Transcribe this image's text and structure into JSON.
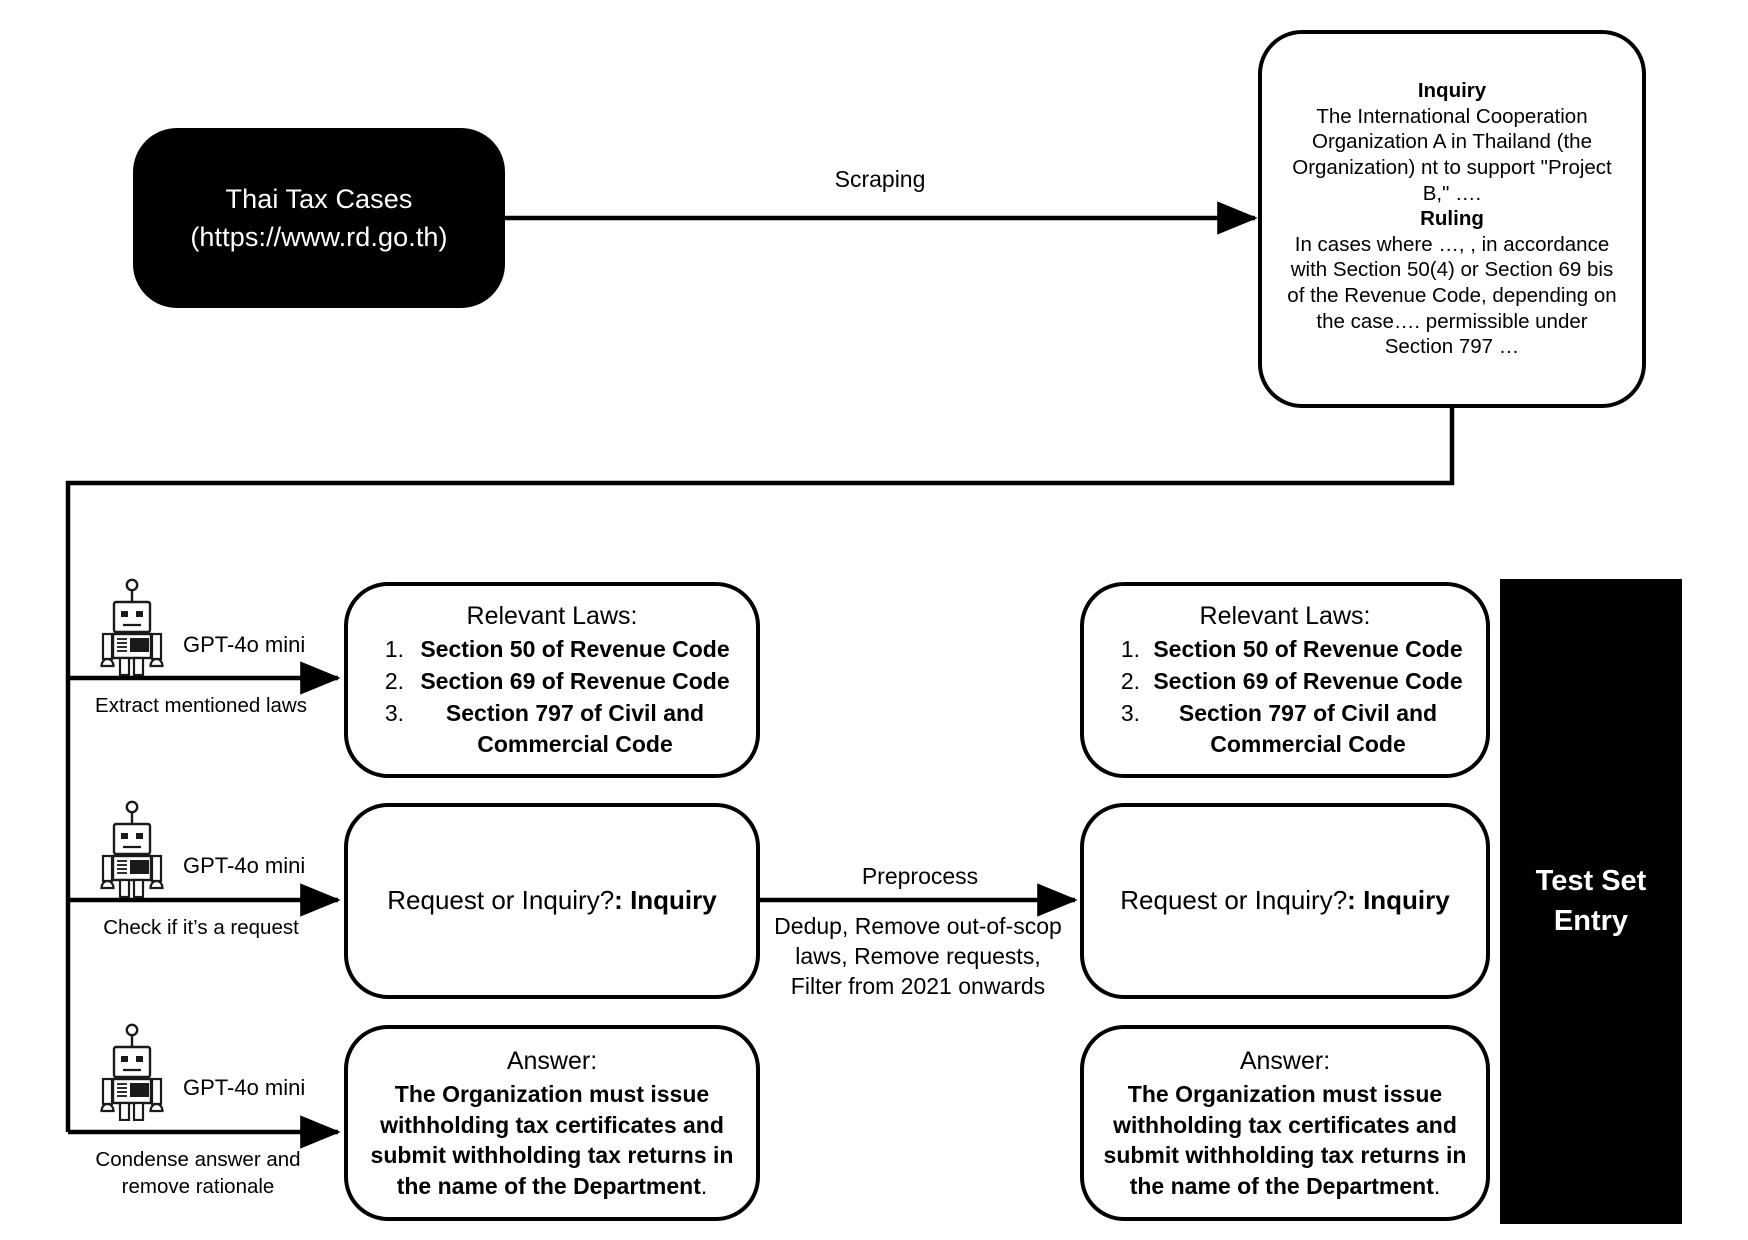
{
  "source": {
    "line1": "Thai Tax Cases",
    "line2": "(https://www.rd.go.th)"
  },
  "edges": {
    "scraping": "Scraping",
    "preprocess_title": "Preprocess",
    "preprocess_detail": "Dedup, Remove out-of-scop laws, Remove requests, Filter from 2021 onwards"
  },
  "document": {
    "inquiry_heading": "Inquiry",
    "inquiry_body": "The International Cooperation Organization A in Thailand (the Organization) nt to support \"Project B,\" ….",
    "ruling_heading": "Ruling",
    "ruling_body": "In cases where …, , in accordance with Section 50(4) or Section 69 bis of the Revenue Code, depending on the case…. permissible under Section 797 …"
  },
  "agents": [
    {
      "model": "GPT-4o mini",
      "task": "Extract mentioned laws",
      "icon": "robot-icon"
    },
    {
      "model": "GPT-4o mini",
      "task": "Check if it’s a request",
      "icon": "robot-icon"
    },
    {
      "model": "GPT-4o mini",
      "task": "Condense answer and remove rationale",
      "icon": "robot-icon"
    }
  ],
  "laws_card": {
    "title": "Relevant Laws:",
    "items": [
      {
        "num": "1.",
        "text": "Section 50 of Revenue Code"
      },
      {
        "num": "2.",
        "text": "Section 69 of Revenue Code"
      },
      {
        "num": "3.",
        "text": "Section 797 of Civil and Commercial Code"
      }
    ]
  },
  "classification_card": {
    "question": "Request or Inquiry?",
    "separator": ": ",
    "value": "Inquiry"
  },
  "answer_card": {
    "title": "Answer:",
    "body": "The Organization must issue withholding tax certificates and submit withholding tax returns in the name of the Department",
    "period": "."
  },
  "test_set": {
    "line1": "Test Set",
    "line2": "Entry"
  },
  "colors": {
    "ink": "#000000",
    "paper": "#ffffff"
  }
}
